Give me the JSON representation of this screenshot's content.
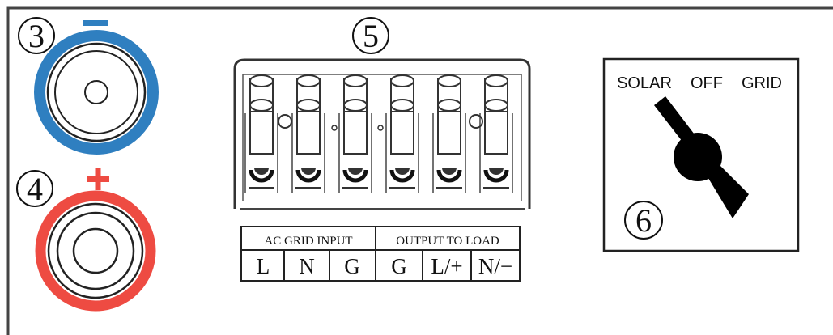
{
  "terminals": {
    "negative": {
      "number": "3",
      "sign": "−",
      "color": "#2f7fc0"
    },
    "positive": {
      "number": "4",
      "sign": "+",
      "color": "#ee4b42"
    }
  },
  "terminal_block": {
    "number": "5",
    "groups": [
      "AC GRID INPUT",
      "OUTPUT TO LOAD"
    ],
    "pins": [
      "L",
      "N",
      "G",
      "G",
      "L/+",
      "N/−"
    ]
  },
  "switch": {
    "number": "6",
    "positions": [
      "SOLAR",
      "OFF",
      "GRID"
    ]
  }
}
